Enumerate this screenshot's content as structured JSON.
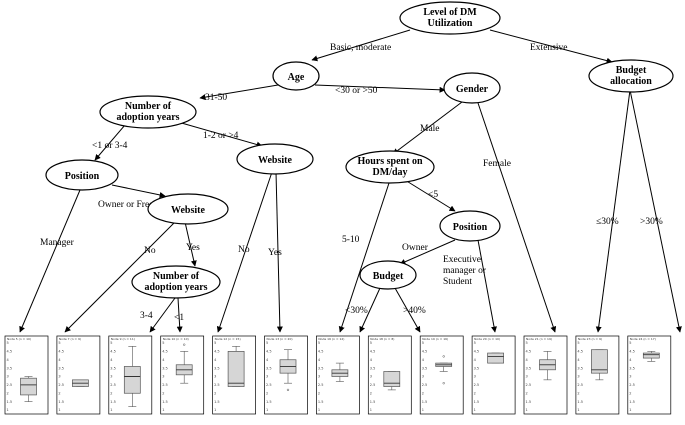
{
  "nodes": {
    "root": [
      "Level of DM",
      "Utilization"
    ],
    "age": [
      "Age"
    ],
    "gender": [
      "Gender"
    ],
    "budget_allocation": [
      "Budget",
      "allocation"
    ],
    "adoption_years_1": [
      "Number of",
      "adoption years"
    ],
    "position_1": [
      "Position"
    ],
    "website_left": [
      "Website"
    ],
    "website_right": [
      "Website"
    ],
    "adoption_years_2": [
      "Number of",
      "adoption years"
    ],
    "hours_spent": [
      "Hours spent on",
      "DM/day"
    ],
    "position_2": [
      "Position"
    ],
    "budget": [
      "Budget"
    ]
  },
  "edges": {
    "basic_moderate": "Basic, moderate",
    "extensive": "Extensive",
    "age_31_50": "31-50",
    "age_lt30_gt50": "<30 or >50",
    "years_lt1_3_4": [
      "<1 or 3-4"
    ],
    "years_1_2_gt4": "1-2 or >4",
    "owner_freelander": "Owner or Freelander",
    "manager": "Manager",
    "no_left": "No",
    "yes_left": "Yes",
    "no_right": "No",
    "yes_right": "Yes",
    "male": "Male",
    "female": "Female",
    "lt5": "<5",
    "hours_5_10": "5-10",
    "owner": "Owner",
    "exec_student": [
      "Executive",
      "manager  or",
      "Student"
    ],
    "years_3_4": "3-4",
    "years_lt1": "<1",
    "budget_lt30": "<30%",
    "budget_gt40": ">40%",
    "alloc_le30": "≤30%",
    "alloc_gt30": ">30%"
  },
  "terminal_panels": [
    {
      "title": "Node 5 (n = 10)",
      "q1": 1.9,
      "median": 2.5,
      "q3": 2.9,
      "wlo": 1.5,
      "whi": 3.0,
      "outliers": []
    },
    {
      "title": "Node 7 (n = 9)",
      "q1": 2.4,
      "median": 2.6,
      "q3": 2.8,
      "wlo": 2.4,
      "whi": 2.8,
      "outliers": []
    },
    {
      "title": "Node 9 (n = 11)",
      "q1": 2.0,
      "median": 3.0,
      "q3": 3.6,
      "wlo": 1.2,
      "whi": 4.8,
      "outliers": []
    },
    {
      "title": "Node 10 (n = 10)",
      "q1": 3.1,
      "median": 3.4,
      "q3": 3.7,
      "wlo": 2.6,
      "whi": 4.5,
      "outliers": [
        4.9
      ]
    },
    {
      "title": "Node 12 (n = 15)",
      "q1": 2.4,
      "median": 2.6,
      "q3": 4.5,
      "wlo": 2.4,
      "whi": 4.8,
      "outliers": []
    },
    {
      "title": "Node 13 (n = 20)",
      "q1": 3.2,
      "median": 3.6,
      "q3": 4.0,
      "wlo": 2.6,
      "whi": 4.6,
      "outliers": [
        2.2
      ]
    },
    {
      "title": "Node 16 (n = 12)",
      "q1": 3.0,
      "median": 3.2,
      "q3": 3.4,
      "wlo": 2.7,
      "whi": 3.8,
      "outliers": []
    },
    {
      "title": "Node 18 (n = 8)",
      "q1": 2.4,
      "median": 2.6,
      "q3": 3.3,
      "wlo": 2.2,
      "whi": 3.3,
      "outliers": []
    },
    {
      "title": "Node 19 (n = 16)",
      "q1": 3.6,
      "median": 3.7,
      "q3": 3.8,
      "wlo": 3.3,
      "whi": 3.8,
      "outliers": [
        4.2,
        2.6
      ]
    },
    {
      "title": "Node 20 (n = 10)",
      "q1": 3.8,
      "median": 4.2,
      "q3": 4.4,
      "wlo": 3.8,
      "whi": 4.4,
      "outliers": []
    },
    {
      "title": "Node 21 (n = 19)",
      "q1": 3.4,
      "median": 3.7,
      "q3": 4.0,
      "wlo": 2.8,
      "whi": 4.5,
      "outliers": []
    },
    {
      "title": "Node 23 (n = 9)",
      "q1": 3.2,
      "median": 3.4,
      "q3": 4.6,
      "wlo": 2.8,
      "whi": 4.6,
      "outliers": []
    },
    {
      "title": "Node 24 (n = 17)",
      "q1": 4.1,
      "median": 4.3,
      "q3": 4.4,
      "wlo": 3.9,
      "whi": 4.5,
      "outliers": []
    }
  ],
  "y_ticks": [
    "5",
    "4.5",
    "4",
    "3.5",
    "3",
    "2.5",
    "2",
    "1.5",
    "1"
  ],
  "y_range": [
    1,
    5
  ]
}
